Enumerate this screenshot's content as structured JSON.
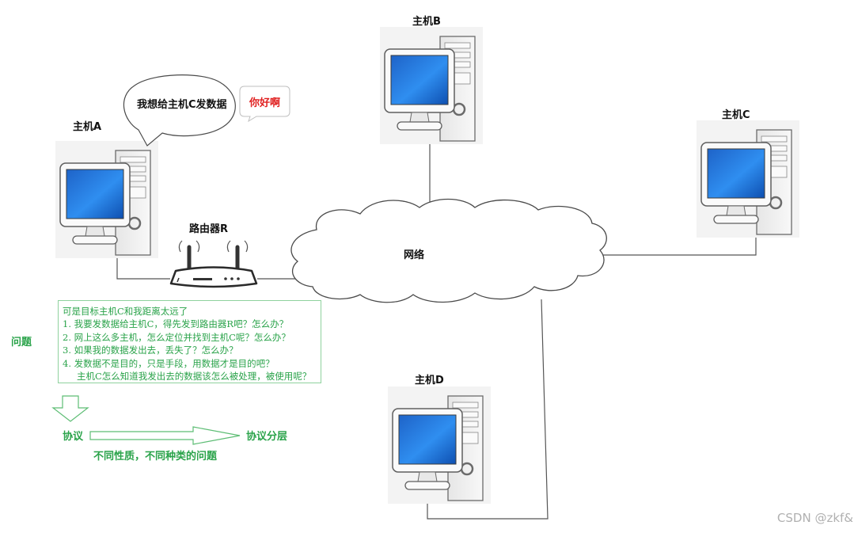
{
  "hosts": {
    "a": "主机A",
    "b": "主机B",
    "c": "主机C",
    "d": "主机D"
  },
  "router": "路由器R",
  "network": "网络",
  "speech": {
    "thought": "我想给主机C发数据",
    "greeting": "你好啊"
  },
  "problem_label": "问题",
  "problem_box": {
    "lines": [
      "可是目标主机C和我距离太远了",
      "1.  我要发数据给主机C，得先发到路由器R吧？怎么办？",
      "2.  网上这么多主机，怎么定位并找到主机C呢？怎么办？",
      "3.  如果我的数据发出去，丢失了？怎么办？",
      "4.  发数据不是目的，只是手段，用数据才是目的吧？",
      "主机C怎么知道我发出去的数据该怎么被处理，被使用呢？"
    ]
  },
  "flow": {
    "protocol": "协议",
    "layering": "协议分层",
    "caption": "不同性质，不同种类的问题"
  },
  "watermark": "CSDN @zkf&",
  "colors": {
    "screen_blue": "#1a6fd6",
    "green": "#2aa34a",
    "red": "#e02020",
    "line": "#555555"
  }
}
